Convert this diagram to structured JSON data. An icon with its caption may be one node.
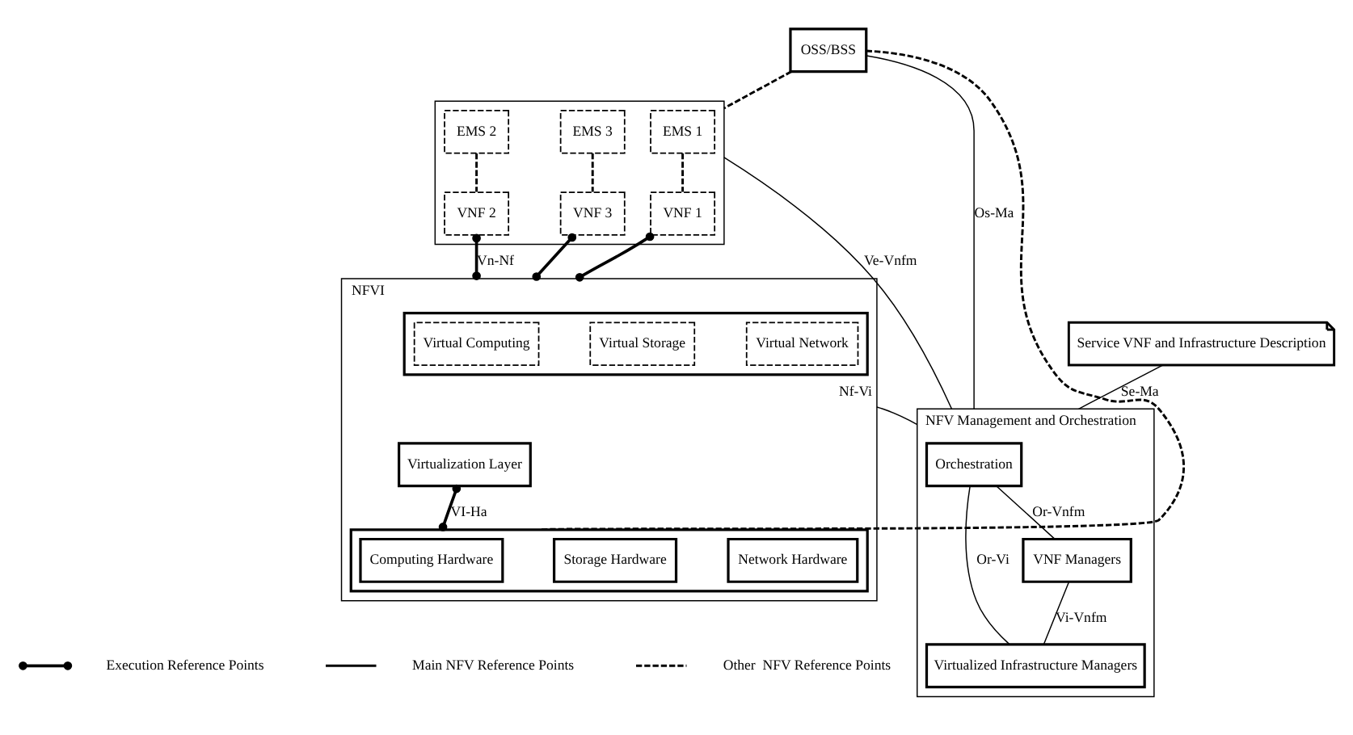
{
  "diagram": {
    "nodes": [
      {
        "text": [
          "OSS/BSS"
        ]
      },
      {
        "text": [],
        "shape": "box"
      },
      {
        "text": [
          "EMS 1"
        ],
        "in": 1
      },
      {
        "text": [
          "EMS 2"
        ],
        "in": 1
      },
      {
        "text": [
          "EMS 3"
        ],
        "in": 1
      },
      {
        "text": [
          "VNF 1"
        ],
        "in": 1
      },
      {
        "text": [
          "VNF 2"
        ],
        "in": 1
      },
      {
        "text": [
          "VNF 3"
        ],
        "in": 1
      },
      {
        "text": [
          "Service VNF and Infrastructure Description"
        ]
      },
      {
        "text": [
          "NFV Management and Orchestration"
        ]
      },
      {
        "text": [
          "Orchestration"
        ],
        "in": 9
      },
      {
        "text": [
          "VNF Managers"
        ],
        "in": 9
      },
      {
        "text": [
          "Virtualized Infrastructure Managers"
        ],
        "in": 9
      },
      {
        "text": [
          "NFVI"
        ]
      },
      {
        "text": [],
        "shape": "box",
        "in": 13
      },
      {
        "text": [
          "Virtual Computing"
        ],
        "in": 14
      },
      {
        "text": [
          "Virtual Storage"
        ],
        "in": 14
      },
      {
        "text": [
          "Virtual Network"
        ],
        "in": 14
      },
      {
        "text": [
          "Virtualization Layer"
        ],
        "in": 13
      },
      {
        "text": [],
        "shape": "box",
        "in": 13
      },
      {
        "text": [
          "Computing Hardware"
        ],
        "in": 19
      },
      {
        "text": [
          "Storage Hardware"
        ],
        "in": 19
      },
      {
        "text": [
          "Network Hardware"
        ],
        "in": 19
      }
    ],
    "edges": [
      {
        "from": 0,
        "to": 9,
        "arrow": "none",
        "label": "Os-Ma"
      },
      {
        "from": 0,
        "to": 1,
        "arrow": "none",
        "style": "dashed"
      },
      {
        "from": 2,
        "to": 5,
        "arrow": "none",
        "style": "dashed"
      },
      {
        "from": 3,
        "to": 6,
        "arrow": "none",
        "style": "dashed"
      },
      {
        "from": 4,
        "to": 7,
        "arrow": "none",
        "style": "dashed"
      },
      {
        "from": 8,
        "to": 9,
        "arrow": "none",
        "label": "Se-Ma"
      },
      {
        "from": 1,
        "to": 9,
        "arrow": "none",
        "label": "Ve-Vnfm"
      },
      {
        "from": 10,
        "to": 11,
        "arrow": "none",
        "label": "Or-Vnfm"
      },
      {
        "from": 11,
        "to": 12,
        "arrow": "none",
        "label": "Vi-Vnfm"
      },
      {
        "from": 10,
        "to": 12,
        "arrow": "none",
        "label": "Or-Vi"
      },
      {
        "from": 5,
        "to": 13,
        "arrow": "other"
      },
      {
        "from": 6,
        "to": 13,
        "arrow": "other",
        "label": "Vn-Nf"
      },
      {
        "from": 7,
        "to": 13,
        "arrow": "other"
      },
      {
        "from": 13,
        "to": 9,
        "arrow": "none",
        "label": "Nf-Vi"
      },
      {
        "from": 18,
        "to": 19,
        "arrow": "other",
        "label": "VI-Ha"
      },
      {
        "from": 0,
        "to": 19,
        "arrow": "none",
        "style": "dashed"
      }
    ],
    "legend": [
      {
        "text": "Execution Reference Points"
      },
      {
        "text": "Main NFV Reference Points"
      },
      {
        "text": "Other  NFV Reference Points"
      }
    ]
  }
}
